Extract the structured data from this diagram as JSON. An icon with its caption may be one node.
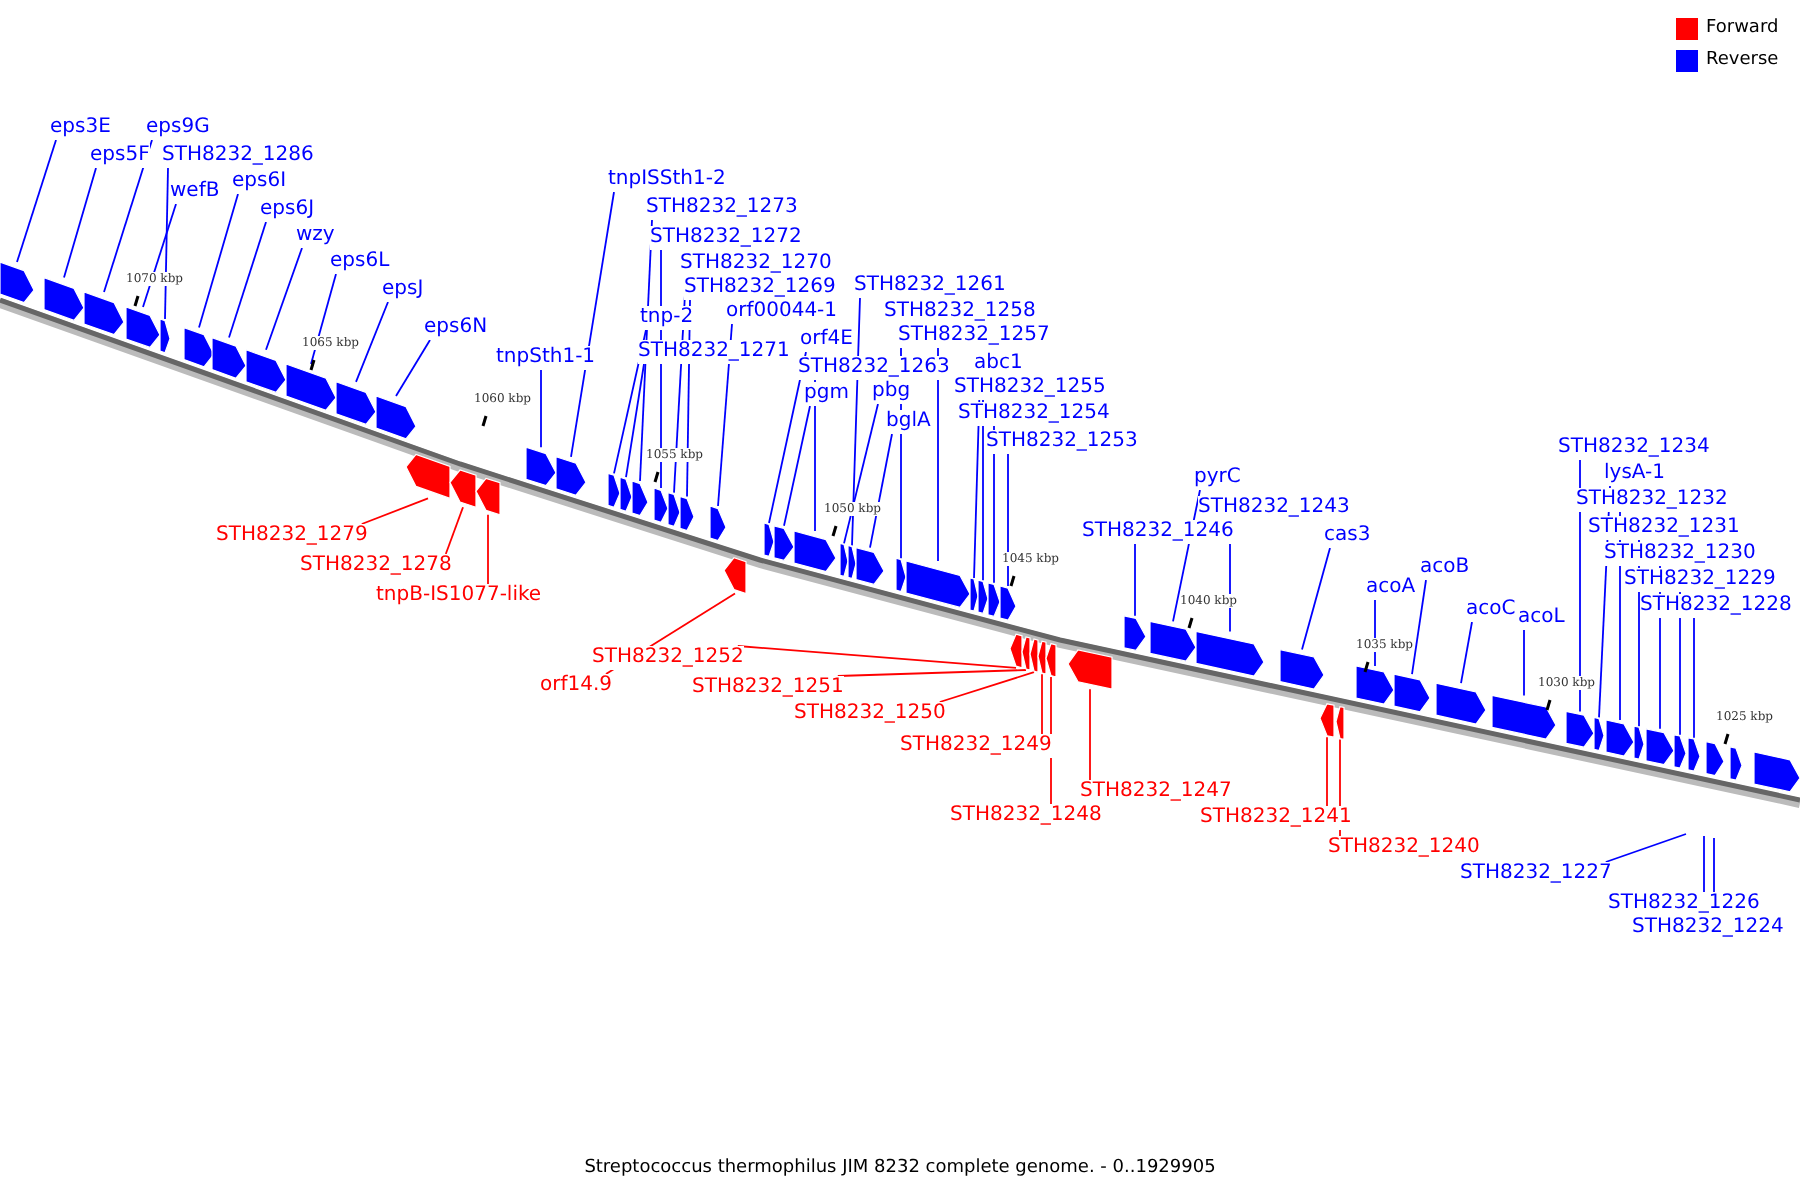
{
  "diagram": {
    "caption": "Streptococcus thermophilus JIM 8232 complete genome. - 0..1929905",
    "nodes": [
      {
        "text": [
          "eps3E"
        ]
      },
      {
        "text": [],
        "shape": "arrow"
      },
      {
        "text": [
          "eps5F"
        ]
      },
      {
        "text": [],
        "shape": "arrow"
      },
      {
        "text": [
          "eps9G"
        ]
      },
      {
        "text": [],
        "shape": "arrow"
      },
      {
        "text": [
          "wefB"
        ]
      },
      {
        "text": [],
        "shape": "arrow"
      },
      {
        "text": [
          "STH8232_1286"
        ]
      },
      {
        "text": [],
        "shape": "arrow"
      },
      {
        "text": [
          "eps6I"
        ]
      },
      {
        "text": [],
        "shape": "arrow"
      },
      {
        "text": [
          "eps6J"
        ]
      },
      {
        "text": [],
        "shape": "arrow"
      },
      {
        "text": [
          "wzy"
        ]
      },
      {
        "text": [],
        "shape": "arrow"
      },
      {
        "text": [
          "eps6L"
        ]
      },
      {
        "text": [],
        "shape": "arrow"
      },
      {
        "text": [
          "epsJ"
        ]
      },
      {
        "text": [],
        "shape": "arrow"
      },
      {
        "text": [
          "eps6N"
        ]
      },
      {
        "text": [],
        "shape": "arrow"
      },
      {
        "text": [
          "STH8232_1279"
        ]
      },
      {
        "text": [],
        "shape": "arrow"
      },
      {
        "text": [
          "STH8232_1278"
        ]
      },
      {
        "text": [],
        "shape": "arrow"
      },
      {
        "text": [
          "tnpB-IS1077-like"
        ]
      },
      {
        "text": [],
        "shape": "arrow"
      },
      {
        "text": [
          "tnpSth1-1"
        ]
      },
      {
        "text": [],
        "shape": "arrow"
      },
      {
        "text": [
          "tnpISSth1-2"
        ]
      },
      {
        "text": [],
        "shape": "arrow"
      },
      {
        "text": [
          "tnp-2"
        ]
      },
      {
        "text": [],
        "shape": "arrow"
      },
      {
        "text": [
          "STH8232_1271"
        ]
      },
      {
        "text": [],
        "shape": "arrow"
      },
      {
        "text": [
          "STH8232_1273"
        ]
      },
      {
        "text": [],
        "shape": "arrow"
      },
      {
        "text": [
          "STH8232_1272"
        ]
      },
      {
        "text": [],
        "shape": "arrow"
      },
      {
        "text": [
          "STH8232_1270"
        ]
      },
      {
        "text": [],
        "shape": "arrow"
      },
      {
        "text": [
          "STH8232_1269"
        ]
      },
      {
        "text": [],
        "shape": "arrow"
      },
      {
        "text": [
          "orf00044-1"
        ]
      },
      {
        "text": [],
        "shape": "arrow"
      },
      {
        "text": [
          "orf14.9"
        ]
      },
      {
        "text": [],
        "shape": "arrow"
      },
      {
        "text": [
          "orf4E"
        ]
      },
      {
        "text": [],
        "shape": "arrow"
      },
      {
        "text": [
          "pgm"
        ]
      },
      {
        "text": [],
        "shape": "arrow"
      },
      {
        "text": [
          "STH8232_1263"
        ]
      },
      {
        "text": [],
        "shape": "arrow"
      },
      {
        "text": [
          "pbg"
        ]
      },
      {
        "text": [],
        "shape": "arrow"
      },
      {
        "text": [
          "STH8232_1261"
        ]
      },
      {
        "text": [],
        "shape": "arrow"
      },
      {
        "text": [
          "bglA"
        ]
      },
      {
        "text": [],
        "shape": "arrow"
      },
      {
        "text": [
          "STH8232_1258"
        ]
      },
      {
        "text": [],
        "shape": "arrow"
      },
      {
        "text": [
          "STH8232_1257"
        ]
      },
      {
        "text": [],
        "shape": "arrow"
      },
      {
        "text": [
          "abc1"
        ]
      },
      {
        "text": [],
        "shape": "arrow"
      },
      {
        "text": [
          "STH8232_1255"
        ]
      },
      {
        "text": [],
        "shape": "arrow"
      },
      {
        "text": [
          "STH8232_1254"
        ]
      },
      {
        "text": [],
        "shape": "arrow"
      },
      {
        "text": [
          "STH8232_1253"
        ]
      },
      {
        "text": [],
        "shape": "arrow"
      },
      {
        "text": [
          "STH8232_1252"
        ]
      },
      {
        "text": [],
        "shape": "arrow"
      },
      {
        "text": [
          "STH8232_1251"
        ]
      },
      {
        "text": [],
        "shape": "arrow"
      },
      {
        "text": [
          "STH8232_1250"
        ]
      },
      {
        "text": [],
        "shape": "arrow"
      },
      {
        "text": [
          "STH8232_1249"
        ]
      },
      {
        "text": [],
        "shape": "arrow"
      },
      {
        "text": [
          "STH8232_1248"
        ]
      },
      {
        "text": [],
        "shape": "arrow"
      },
      {
        "text": [
          "STH8232_1247"
        ]
      },
      {
        "text": [],
        "shape": "arrow"
      },
      {
        "text": [
          "STH8232_1246"
        ]
      },
      {
        "text": [],
        "shape": "arrow"
      },
      {
        "text": [
          "pyrC"
        ]
      },
      {
        "text": [],
        "shape": "arrow"
      },
      {
        "text": [
          "STH8232_1243"
        ]
      },
      {
        "text": [],
        "shape": "arrow"
      },
      {
        "text": [
          "cas3"
        ]
      },
      {
        "text": [],
        "shape": "arrow"
      },
      {
        "text": [
          "STH8232_1241"
        ]
      },
      {
        "text": [],
        "shape": "arrow"
      },
      {
        "text": [
          "STH8232_1240"
        ]
      },
      {
        "text": [],
        "shape": "arrow"
      },
      {
        "text": [
          "acoA"
        ]
      },
      {
        "text": [],
        "shape": "arrow"
      },
      {
        "text": [
          "acoB"
        ]
      },
      {
        "text": [],
        "shape": "arrow"
      },
      {
        "text": [
          "acoC"
        ]
      },
      {
        "text": [],
        "shape": "arrow"
      },
      {
        "text": [
          "acoL"
        ]
      },
      {
        "text": [],
        "shape": "arrow"
      },
      {
        "text": [
          "STH8232_1234"
        ]
      },
      {
        "text": [],
        "shape": "arrow"
      },
      {
        "text": [
          "lysA-1"
        ]
      },
      {
        "text": [],
        "shape": "arrow"
      },
      {
        "text": [
          "STH8232_1232"
        ]
      },
      {
        "text": [],
        "shape": "arrow"
      },
      {
        "text": [
          "STH8232_1231"
        ]
      },
      {
        "text": [],
        "shape": "arrow"
      },
      {
        "text": [
          "STH8232_1230"
        ]
      },
      {
        "text": [],
        "shape": "arrow"
      },
      {
        "text": [
          "STH8232_1229"
        ]
      },
      {
        "text": [],
        "shape": "arrow"
      },
      {
        "text": [
          "STH8232_1228"
        ]
      },
      {
        "text": [],
        "shape": "arrow"
      },
      {
        "text": [
          "STH8232_1227"
        ]
      },
      {
        "text": [
          "STH8232_1226"
        ]
      },
      {
        "text": [
          "STH8232_1224"
        ]
      },
      {
        "text": [],
        "shape": "arrow"
      },
      {
        "text": [],
        "shape": "arrow"
      },
      {
        "text": [],
        "shape": "arrow"
      }
    ],
    "edges": [
      {
        "from": 0,
        "to": 1,
        "arrow": "none"
      },
      {
        "from": 2,
        "to": 3,
        "arrow": "none"
      },
      {
        "from": 4,
        "to": 5,
        "arrow": "none"
      },
      {
        "from": 6,
        "to": 7,
        "arrow": "none"
      },
      {
        "from": 8,
        "to": 9,
        "arrow": "none"
      },
      {
        "from": 10,
        "to": 11,
        "arrow": "none"
      },
      {
        "from": 12,
        "to": 13,
        "arrow": "none"
      },
      {
        "from": 14,
        "to": 15,
        "arrow": "none"
      },
      {
        "from": 16,
        "to": 17,
        "arrow": "none"
      },
      {
        "from": 18,
        "to": 19,
        "arrow": "none"
      },
      {
        "from": 20,
        "to": 21,
        "arrow": "none"
      },
      {
        "from": 22,
        "to": 23,
        "arrow": "none",
        "color": "#ff0000"
      },
      {
        "from": 24,
        "to": 25,
        "arrow": "none",
        "color": "#ff0000"
      },
      {
        "from": 26,
        "to": 27,
        "arrow": "none",
        "color": "#ff0000"
      },
      {
        "from": 28,
        "to": 29,
        "arrow": "none"
      },
      {
        "from": 30,
        "to": 31,
        "arrow": "none"
      },
      {
        "from": 32,
        "to": 33,
        "arrow": "none"
      },
      {
        "from": 34,
        "to": 35,
        "arrow": "none"
      },
      {
        "from": 36,
        "to": 37,
        "arrow": "none"
      },
      {
        "from": 38,
        "to": 39,
        "arrow": "none"
      },
      {
        "from": 40,
        "to": 41,
        "arrow": "none"
      },
      {
        "from": 42,
        "to": 43,
        "arrow": "none"
      },
      {
        "from": 44,
        "to": 45,
        "arrow": "none"
      },
      {
        "from": 46,
        "to": 47,
        "arrow": "none",
        "color": "#ff0000"
      },
      {
        "from": 48,
        "to": 49,
        "arrow": "none"
      },
      {
        "from": 50,
        "to": 51,
        "arrow": "none"
      },
      {
        "from": 52,
        "to": 53,
        "arrow": "none"
      },
      {
        "from": 54,
        "to": 55,
        "arrow": "none"
      },
      {
        "from": 56,
        "to": 57,
        "arrow": "none"
      },
      {
        "from": 58,
        "to": 59,
        "arrow": "none"
      },
      {
        "from": 60,
        "to": 61,
        "arrow": "none"
      },
      {
        "from": 62,
        "to": 63,
        "arrow": "none"
      },
      {
        "from": 64,
        "to": 65,
        "arrow": "none"
      },
      {
        "from": 66,
        "to": 67,
        "arrow": "none"
      },
      {
        "from": 68,
        "to": 69,
        "arrow": "none"
      },
      {
        "from": 70,
        "to": 71,
        "arrow": "none"
      },
      {
        "from": 72,
        "to": 73,
        "arrow": "none",
        "color": "#ff0000"
      },
      {
        "from": 74,
        "to": 75,
        "arrow": "none",
        "color": "#ff0000"
      },
      {
        "from": 76,
        "to": 77,
        "arrow": "none",
        "color": "#ff0000"
      },
      {
        "from": 78,
        "to": 79,
        "arrow": "none",
        "color": "#ff0000"
      },
      {
        "from": 80,
        "to": 81,
        "arrow": "none",
        "color": "#ff0000"
      },
      {
        "from": 82,
        "to": 83,
        "arrow": "none",
        "color": "#ff0000"
      },
      {
        "from": 84,
        "to": 85,
        "arrow": "none"
      },
      {
        "from": 86,
        "to": 87,
        "arrow": "none"
      },
      {
        "from": 88,
        "to": 89,
        "arrow": "none"
      },
      {
        "from": 90,
        "to": 91,
        "arrow": "none"
      },
      {
        "from": 92,
        "to": 93,
        "arrow": "none",
        "color": "#ff0000"
      },
      {
        "from": 94,
        "to": 95,
        "arrow": "none",
        "color": "#ff0000"
      },
      {
        "from": 96,
        "to": 97,
        "arrow": "none"
      },
      {
        "from": 98,
        "to": 99,
        "arrow": "none"
      },
      {
        "from": 100,
        "to": 101,
        "arrow": "none"
      },
      {
        "from": 102,
        "to": 103,
        "arrow": "none"
      },
      {
        "from": 104,
        "to": 105,
        "arrow": "none"
      },
      {
        "from": 106,
        "to": 107,
        "arrow": "none"
      },
      {
        "from": 108,
        "to": 109,
        "arrow": "none"
      },
      {
        "from": 110,
        "to": 111,
        "arrow": "none"
      },
      {
        "from": 112,
        "to": 113,
        "arrow": "none"
      },
      {
        "from": 114,
        "to": 115,
        "arrow": "none"
      },
      {
        "from": 116,
        "to": 117,
        "arrow": "none"
      },
      {
        "from": 118,
        "to": null,
        "arrow": "none"
      },
      {
        "from": 119,
        "to": null,
        "arrow": "none"
      },
      {
        "from": 120,
        "to": null,
        "arrow": "none"
      }
    ],
    "labels": [
      "1070 kbp",
      "1065 kbp",
      "1060 kbp",
      "1055 kbp",
      "1050 kbp",
      "1045 kbp",
      "1040 kbp",
      "1035 kbp",
      "1030 kbp",
      "1025 kbp"
    ],
    "legend": [
      {
        "text": "Forward",
        "color": "#ff0000"
      },
      {
        "text": "Reverse",
        "color": "#0000ff"
      }
    ]
  }
}
